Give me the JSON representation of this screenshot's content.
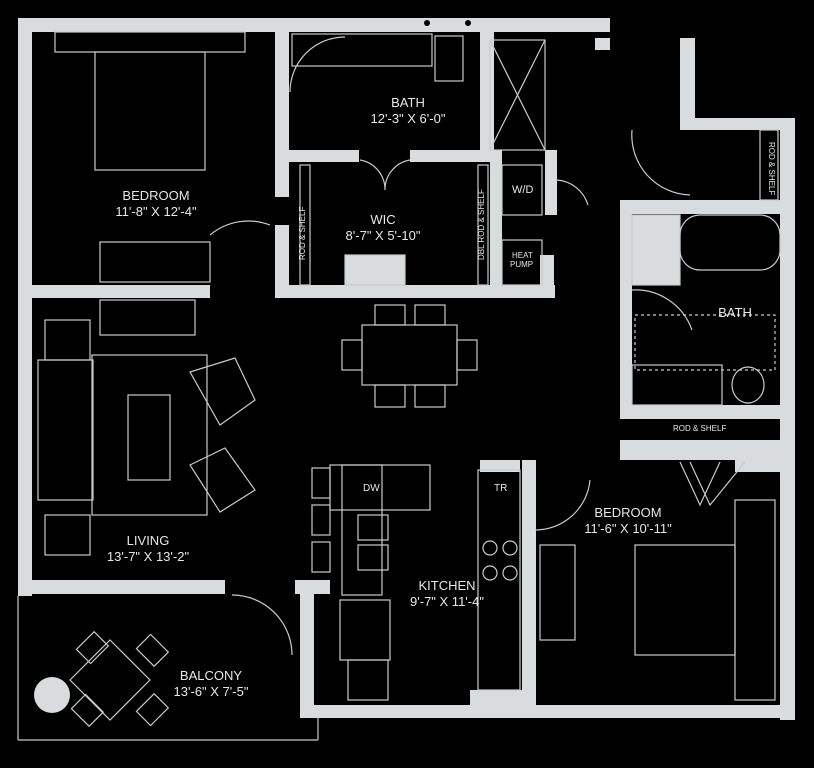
{
  "colors": {
    "background": "#000000",
    "walls": "#d9dcdc",
    "lines": "#c8cccc"
  },
  "rooms": [
    {
      "name": "BEDROOM",
      "dims": "11'-8\" X 12'-4\""
    },
    {
      "name": "BATH",
      "dims": "12'-3\" X 6'-0\""
    },
    {
      "name": "WIC",
      "dims": "8'-7\" X 5'-10\""
    },
    {
      "name": "BATH",
      "dims": ""
    },
    {
      "name": "BEDROOM",
      "dims": "11'-6\" X 10'-11\""
    },
    {
      "name": "LIVING",
      "dims": "13'-7\" X 13'-2\""
    },
    {
      "name": "KITCHEN",
      "dims": "9'-7\" X 11'-4\""
    },
    {
      "name": "BALCONY",
      "dims": "13'-6\" X 7'-5\""
    }
  ],
  "fixtures": {
    "wic_left": "ROD & SHELF",
    "wic_right": "DBL ROD & SHELF",
    "wd": "W/D",
    "heat_pump_1": "HEAT",
    "heat_pump_2": "PUMP",
    "bath2_closet": "ROD & SHELF",
    "bedroom2_closet": "ROD & SHELF",
    "dw": "DW",
    "tr": "TR"
  }
}
